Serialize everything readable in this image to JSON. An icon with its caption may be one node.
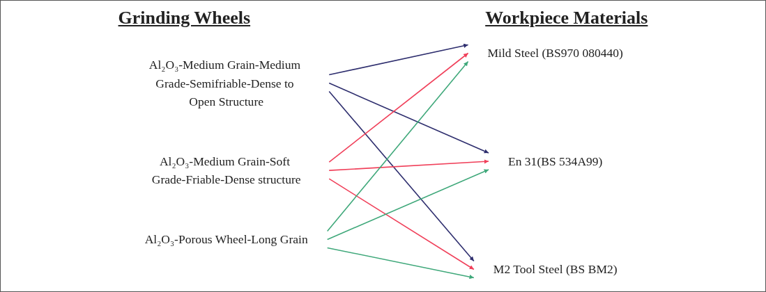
{
  "diagram": {
    "nodes": [
      {
        "text": [
          "Al₂O₃-Medium Grain-Medium Grade-Semifriable-Dense to Open Structure"
        ]
      },
      {
        "text": [
          "Al₂O₃-Medium Grain-Soft Grade-Friable-Dense structure"
        ]
      },
      {
        "text": [
          "Al₂O₃-Porous Wheel-Long Grain"
        ]
      },
      {
        "text": [
          "Mild Steel (BS970 080440)"
        ]
      },
      {
        "text": [
          "En 31(BS 534A99)"
        ]
      },
      {
        "text": [
          "M2 Tool Steel (BS BM2)"
        ]
      }
    ],
    "edges": [
      {
        "from": 0,
        "to": 3,
        "arrow": "to",
        "color": "#2e2e6e"
      },
      {
        "from": 0,
        "to": 4,
        "arrow": "to",
        "color": "#2e2e6e"
      },
      {
        "from": 0,
        "to": 5,
        "arrow": "to",
        "color": "#2e2e6e"
      },
      {
        "from": 1,
        "to": 3,
        "arrow": "to",
        "color": "#f0405a"
      },
      {
        "from": 1,
        "to": 4,
        "arrow": "to",
        "color": "#f0405a"
      },
      {
        "from": 1,
        "to": 5,
        "arrow": "to",
        "color": "#f0405a"
      },
      {
        "from": 2,
        "to": 3,
        "arrow": "to",
        "color": "#3fa87a"
      },
      {
        "from": 2,
        "to": 4,
        "arrow": "to",
        "color": "#3fa87a"
      },
      {
        "from": 2,
        "to": 5,
        "arrow": "to",
        "color": "#3fa87a"
      }
    ],
    "labels": [
      "Grinding Wheels",
      "Workpiece Materials"
    ]
  }
}
